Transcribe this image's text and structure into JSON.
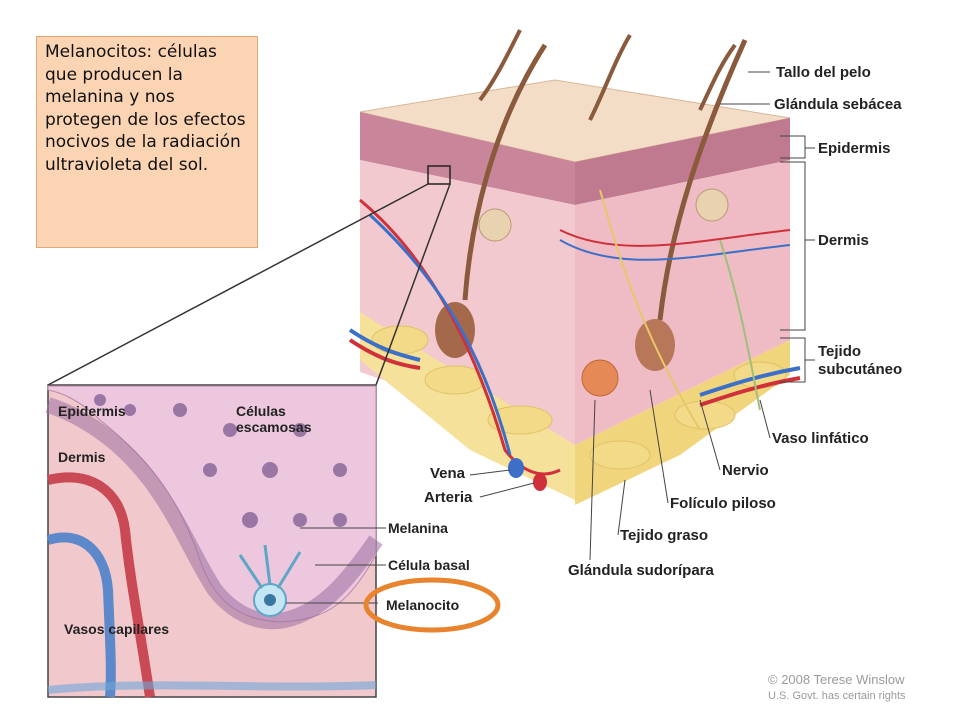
{
  "caption": {
    "text": "Melanocitos: células que producen la melanina y nos protegen de los efectos nocivos de la radiación ultravioleta del sol."
  },
  "labels": {
    "tallo_pelo": "Tallo del pelo",
    "glandula_sebacea": "Glándula sebácea",
    "epidermis": "Epidermis",
    "dermis": "Dermis",
    "tejido_sub_1": "Tejido",
    "tejido_sub_2": "subcutáneo",
    "vaso_linfatico": "Vaso linfático",
    "nervio": "Nervio",
    "foliculo": "Folículo piloso",
    "tejido_graso": "Tejido graso",
    "glandula_sudoripara": "Glándula sudorípara",
    "vena": "Vena",
    "arteria": "Arteria"
  },
  "inset": {
    "epidermis": "Epidermis",
    "celulas_1": "Células",
    "celulas_2": "escamosas",
    "dermis": "Dermis",
    "melanina": "Melanina",
    "celula_basal": "Célula basal",
    "melanocito": "Melanocito",
    "vasos": "Vasos capilares"
  },
  "credit": {
    "line1": "© 2008 Terese Winslow",
    "line2": "U.S. Govt. has certain rights"
  },
  "colors": {
    "caption_bg": "#fbd4b4",
    "highlight": "#e8832e",
    "skin": "#f2c9cf",
    "fat": "#f6e19a",
    "artery": "#d0303a",
    "vein": "#3c70c8"
  }
}
